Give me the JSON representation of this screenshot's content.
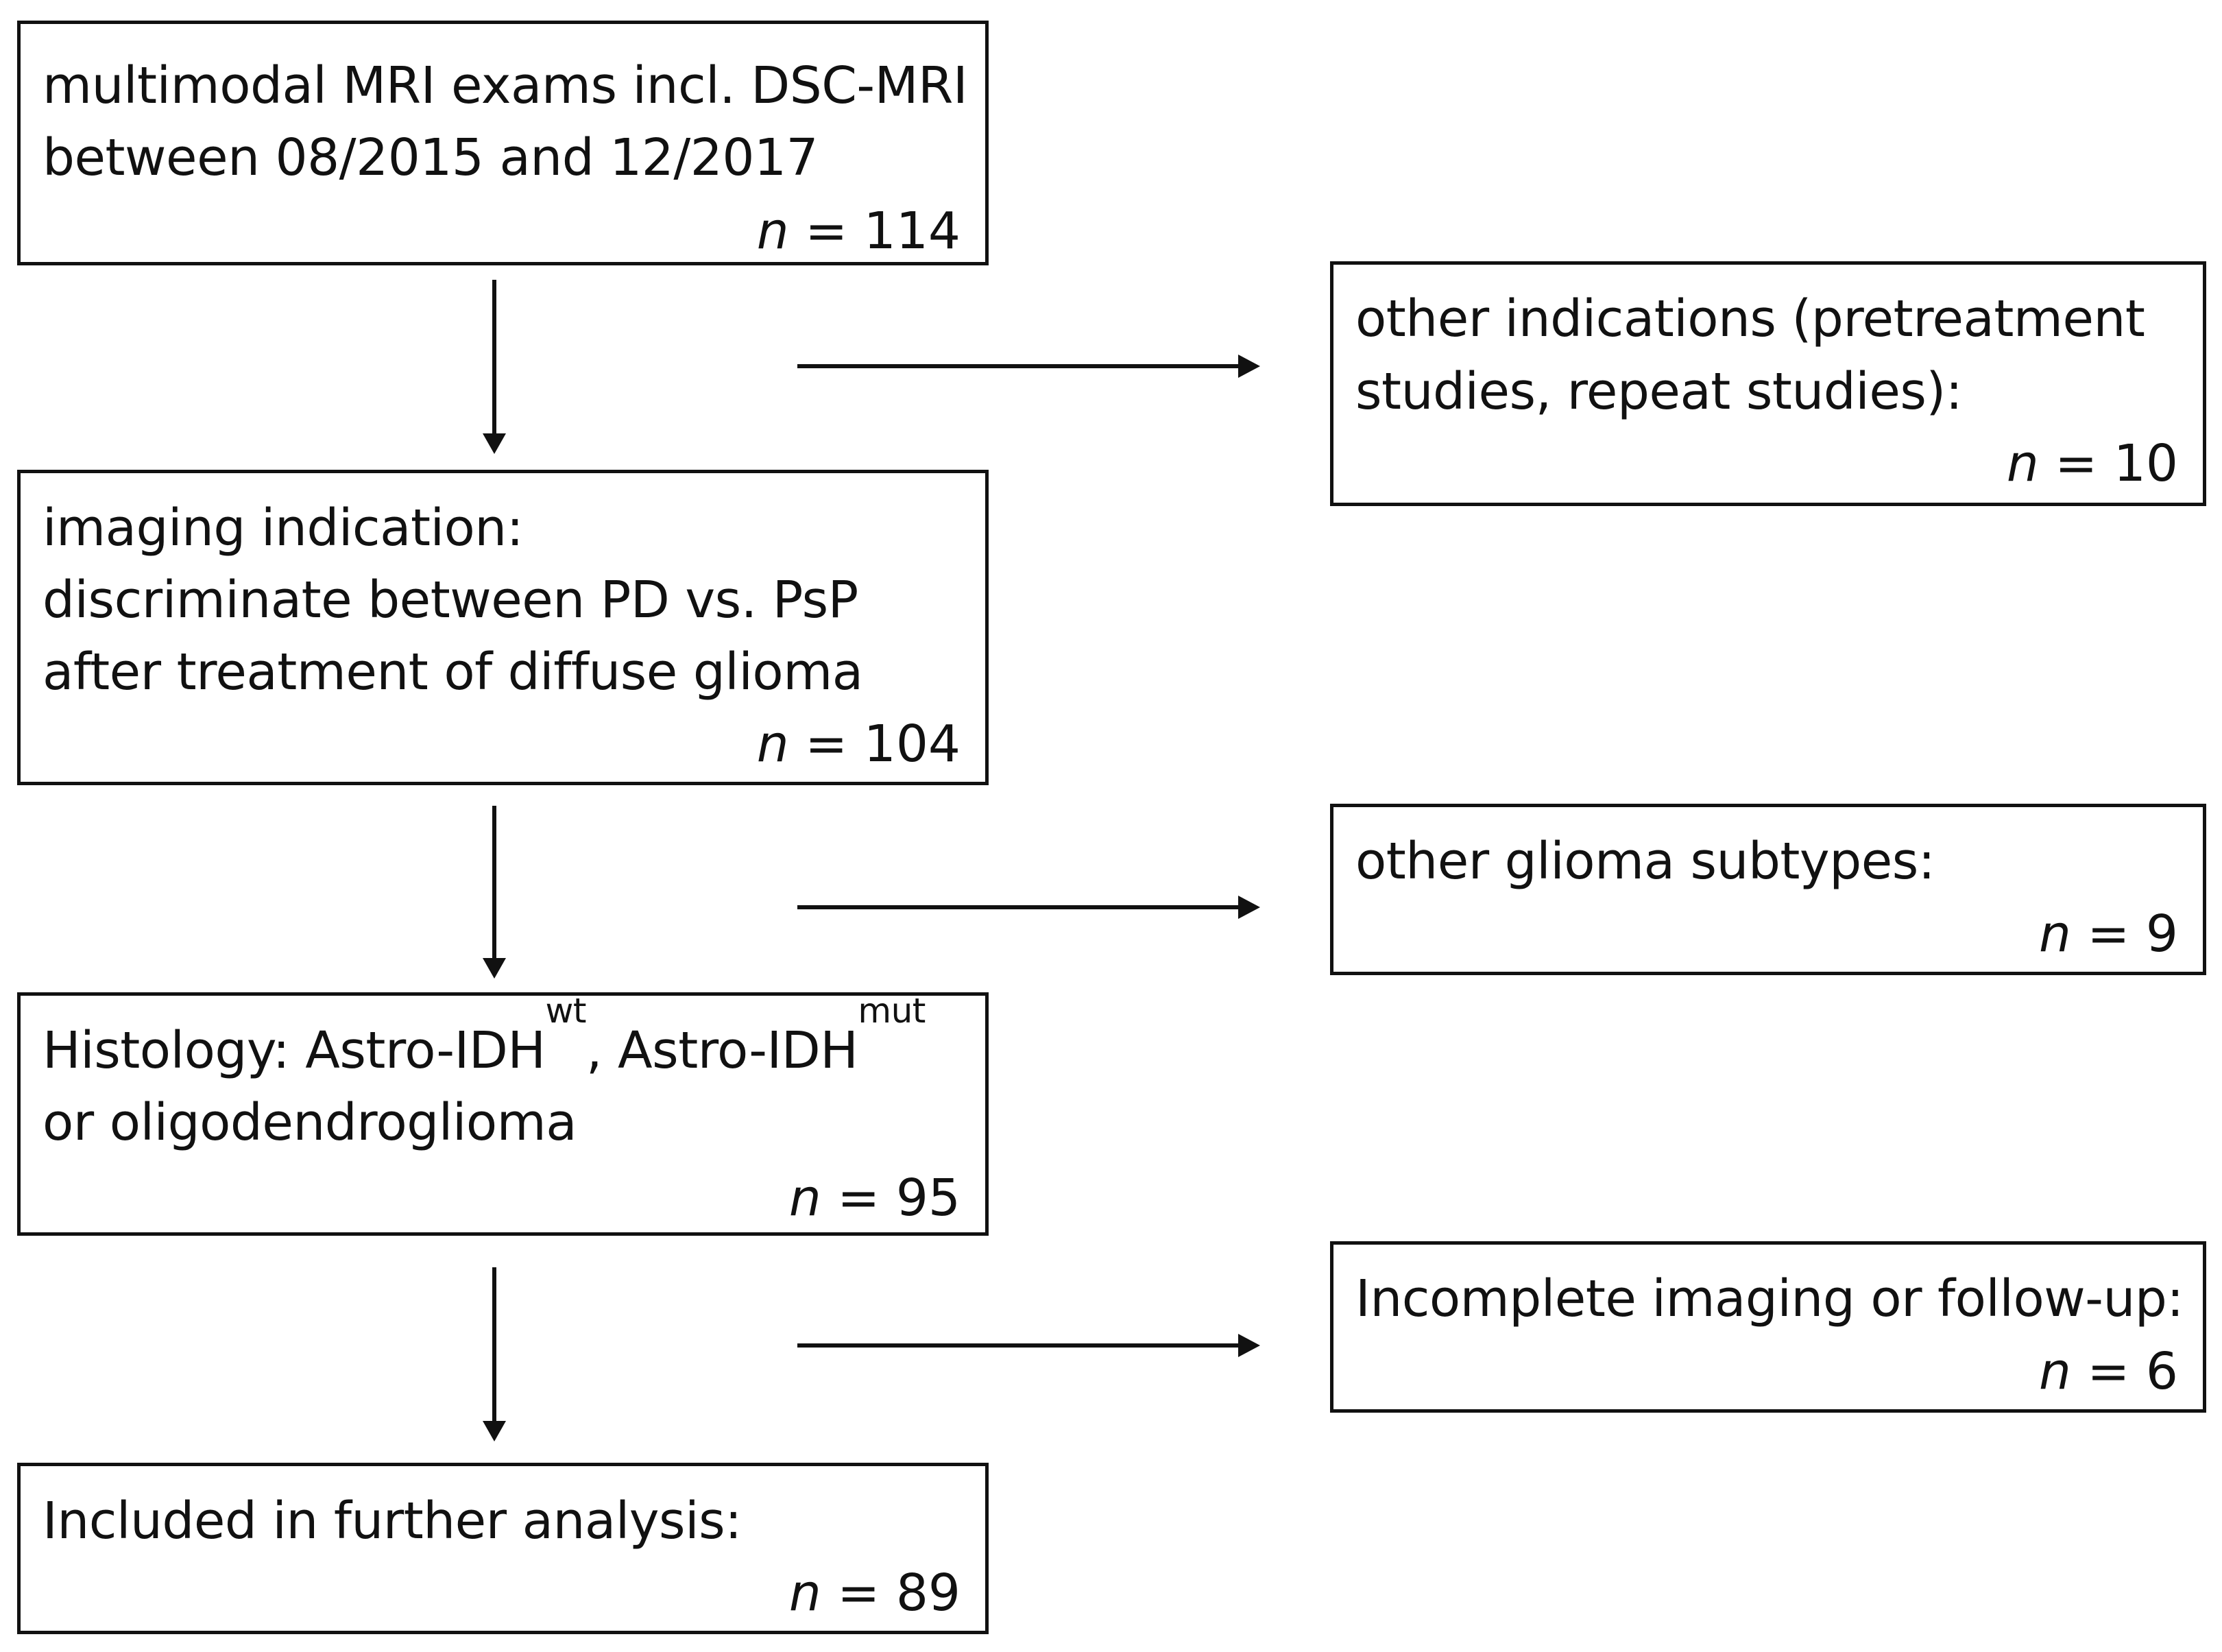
{
  "boxes": {
    "screened": {
      "line1": "multimodal MRI exams incl. DSC-MRI",
      "line2": "between 08/2015 and 12/2017",
      "n_label": "n",
      "n_value": "= 114"
    },
    "indication": {
      "line1": "imaging indication:",
      "line2": "discriminate between PD vs. PsP",
      "line3": "after treatment of diffuse glioma",
      "n_label": "n",
      "n_value": "= 104"
    },
    "histology": {
      "line1_prefix": "Histology: Astro-IDH",
      "line1_sup1": "wt",
      "line1_middle": ", Astro-IDH",
      "line1_sup2": "mut",
      "line2": "or oligodendroglioma",
      "n_label": "n",
      "n_value": "= 95"
    },
    "included": {
      "line1": "Included in further analysis:",
      "n_label": "n",
      "n_value": "= 89"
    },
    "excluded_indications": {
      "line1": "other indications (pretreatment",
      "line2": "studies, repeat studies):",
      "n_label": "n",
      "n_value": "= 10"
    },
    "excluded_subtypes": {
      "line1": "other glioma subtypes:",
      "n_label": "n",
      "n_value": "= 9"
    },
    "excluded_incomplete": {
      "line1": "Incomplete imaging or follow-up:",
      "n_label": "n",
      "n_value": "= 6"
    }
  },
  "colors": {
    "stroke": "#111111",
    "background": "#ffffff"
  }
}
